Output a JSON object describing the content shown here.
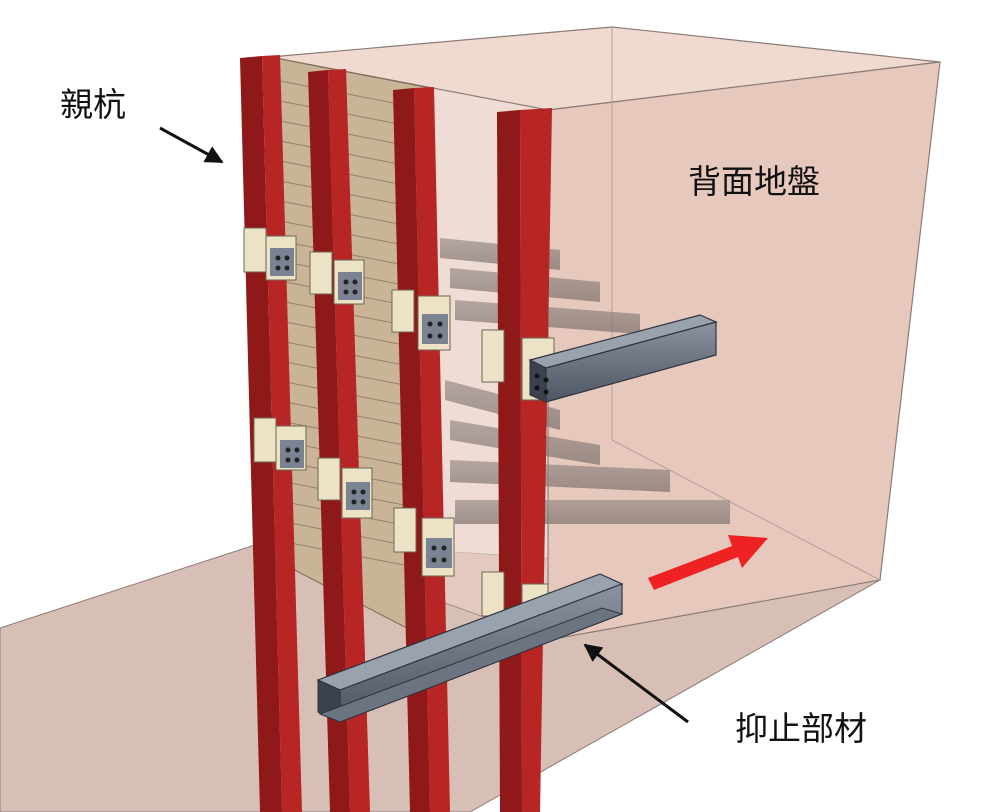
{
  "labels": {
    "soldier_pile": "親杭",
    "back_ground": "背面地盤",
    "restraint_member": "抑止部材"
  },
  "colors": {
    "ground_box": "#e6c8bc",
    "ground_plane": "#cfb4aa",
    "pile": "#9b1c1c",
    "lagging": "#c2ad8f",
    "beam": "#5d6675",
    "bracket": "#ece3c6",
    "arrow_red": "#ee2222"
  }
}
